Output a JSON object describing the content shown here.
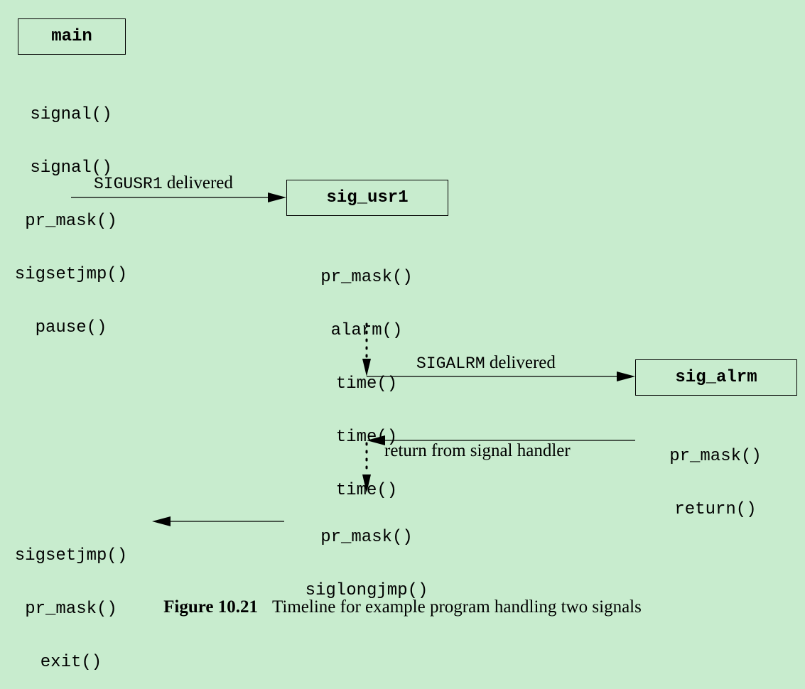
{
  "boxes": {
    "main": "main",
    "sig_usr1": "sig_usr1",
    "sig_alrm": "sig_alrm"
  },
  "main_calls": [
    "signal()",
    "signal()",
    "pr_mask()",
    "sigsetjmp()",
    "pause()"
  ],
  "usr1_calls": [
    "pr_mask()",
    "alarm()",
    "time()",
    "time()",
    "time()"
  ],
  "alrm_calls": [
    "pr_mask()",
    "return()"
  ],
  "after_return_calls": [
    "pr_mask()",
    "siglongjmp()"
  ],
  "final_calls": [
    "sigsetjmp()",
    "pr_mask()",
    "exit()"
  ],
  "arrows": {
    "sigusr1": {
      "signal": "SIGUSR1",
      "text": "delivered"
    },
    "sigalrm": {
      "signal": "SIGALRM",
      "text": "delivered"
    },
    "return_label": "return from signal handler"
  },
  "caption": {
    "figure": "Figure 10.21",
    "text": "Timeline for example program handling two signals"
  }
}
